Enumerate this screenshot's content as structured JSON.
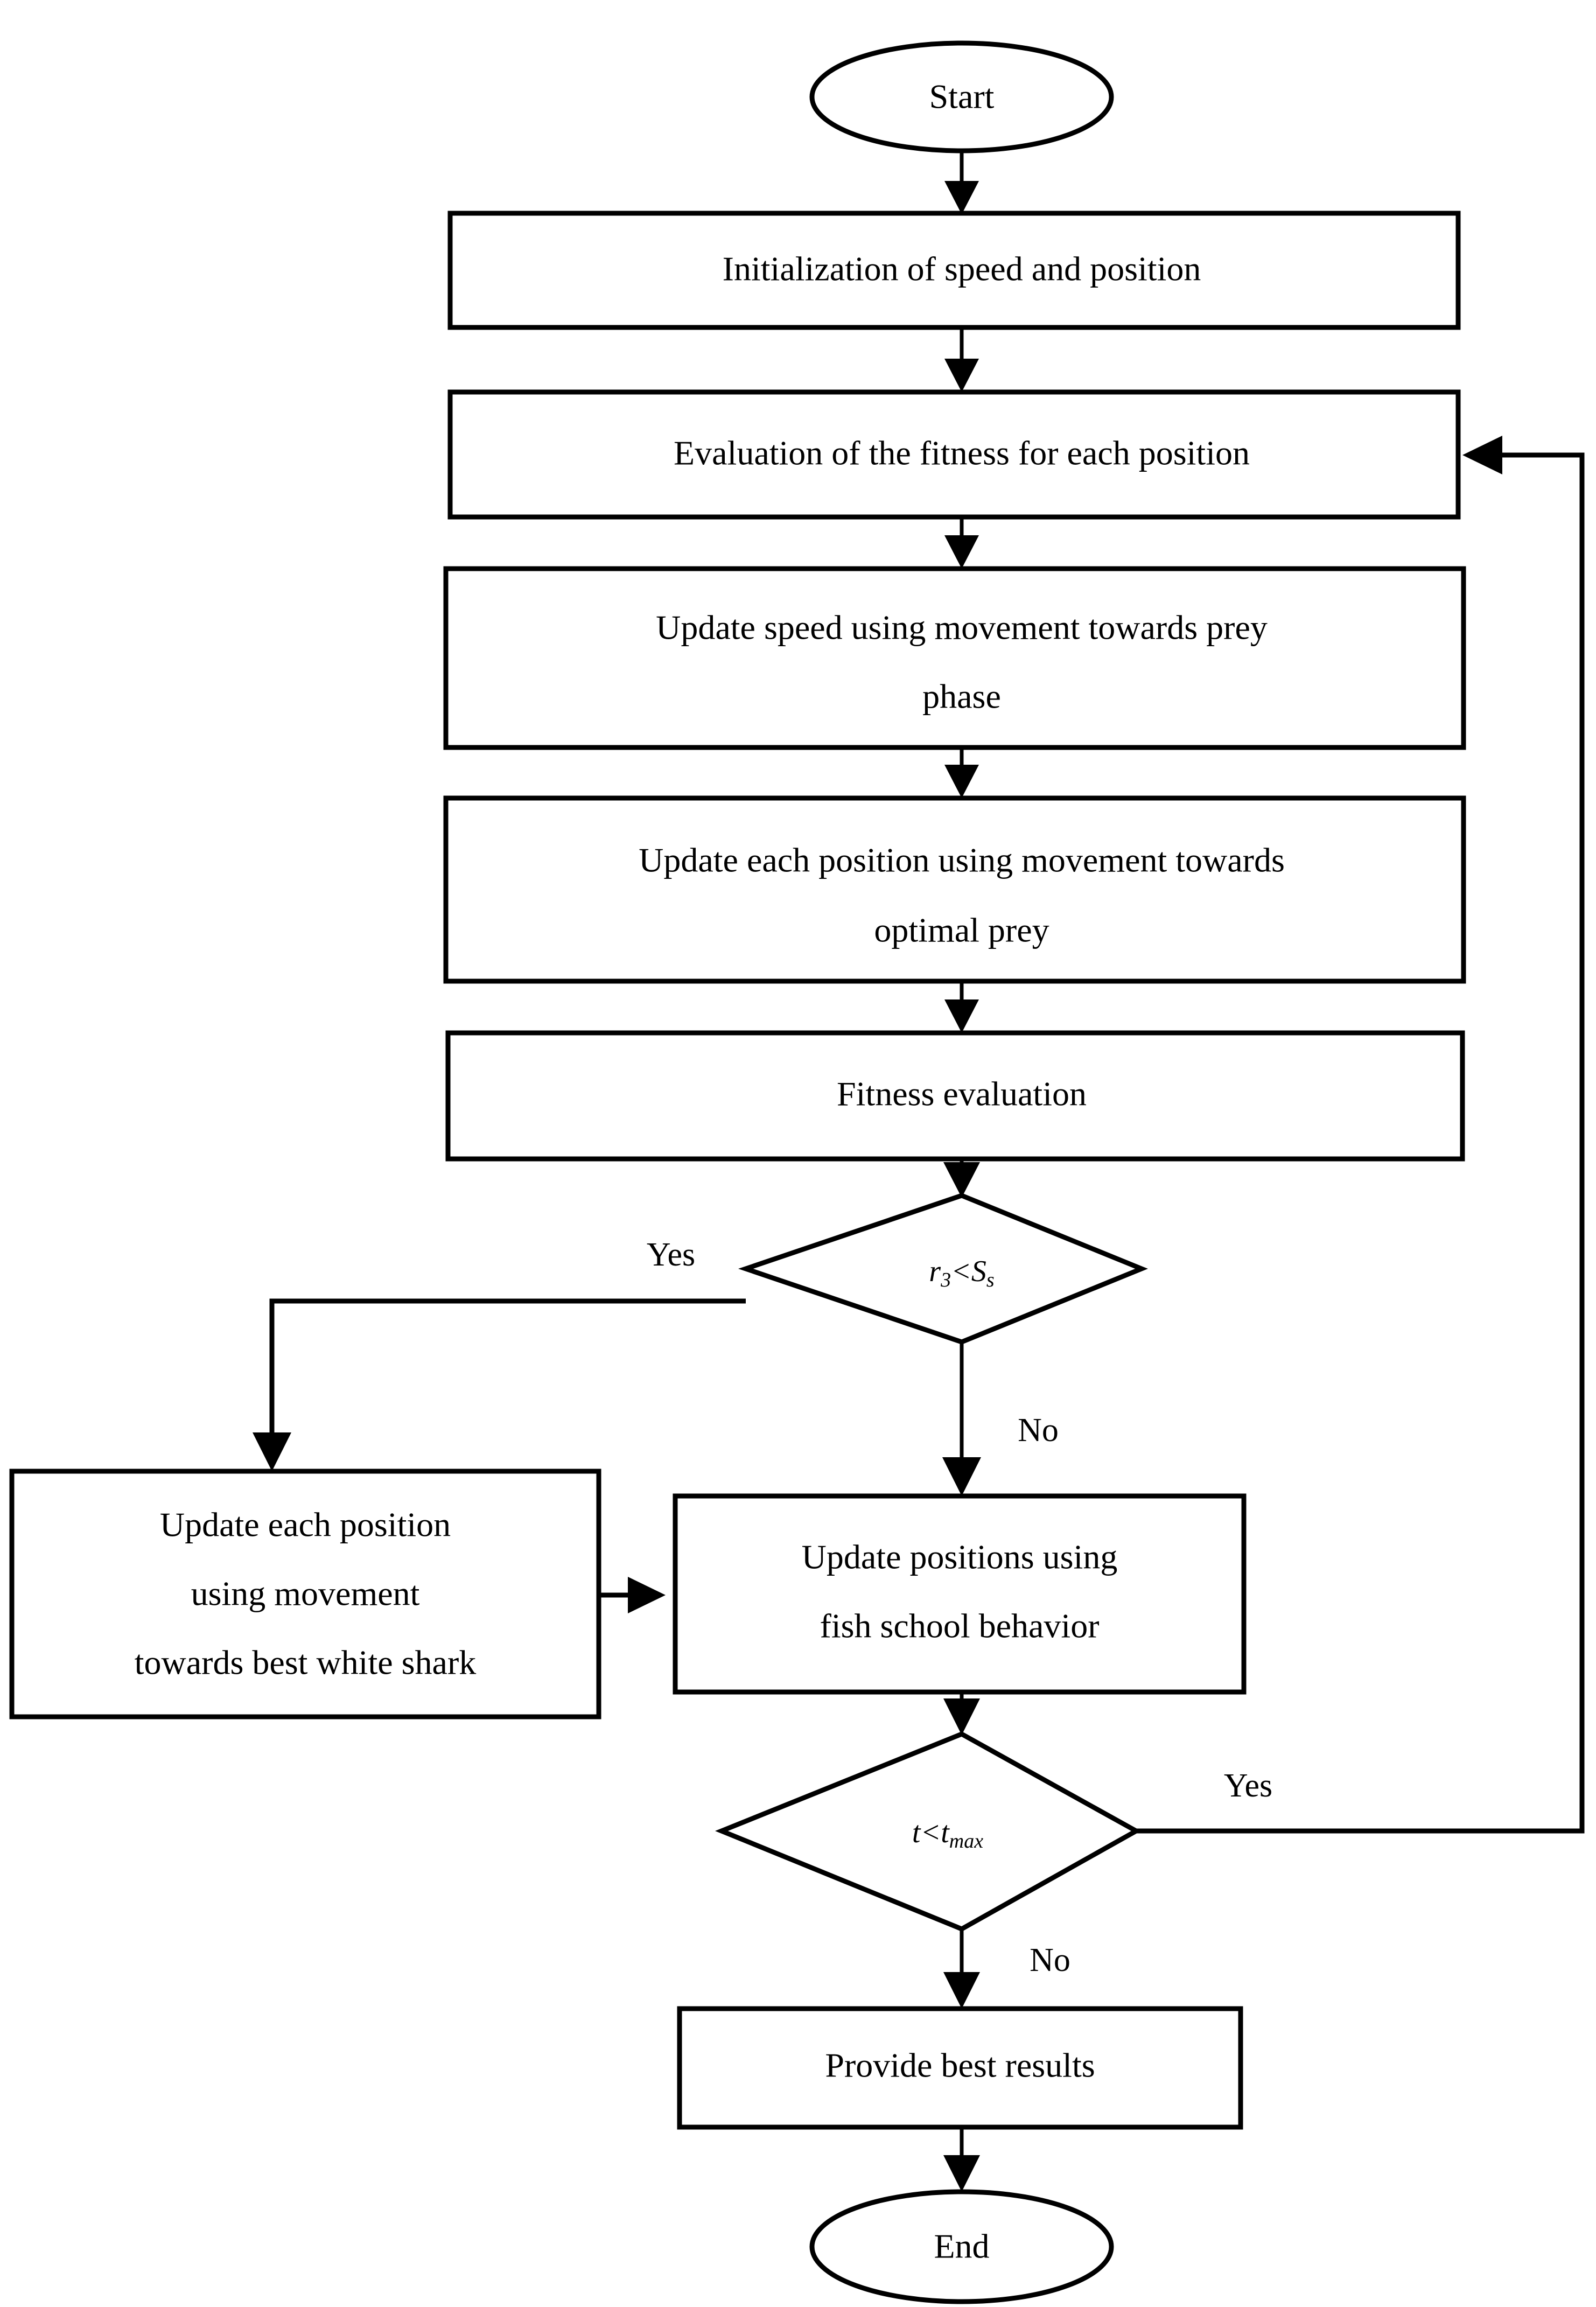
{
  "diagram": {
    "type": "flowchart",
    "title": "White Shark Optimizer algorithm flowchart",
    "colors": {
      "stroke": "#000000",
      "fill": "#ffffff",
      "background": "#ffffff"
    },
    "nodes": {
      "start": {
        "id": "start",
        "shape": "ellipse",
        "label": "Start"
      },
      "init": {
        "id": "init",
        "shape": "rectangle",
        "label": "Initialization of speed and position"
      },
      "evaluate": {
        "id": "evaluate",
        "shape": "rectangle",
        "label": "Evaluation of the fitness for each position"
      },
      "update_speed": {
        "id": "update_speed",
        "shape": "rectangle",
        "line1": "Update speed using movement towards prey",
        "line2": "phase"
      },
      "update_position": {
        "id": "update_position",
        "shape": "rectangle",
        "line1": "Update each position using movement towards",
        "line2": "optimal prey"
      },
      "fitness_eval": {
        "id": "fitness_eval",
        "shape": "rectangle",
        "label": "Fitness evaluation"
      },
      "decision_rs": {
        "id": "decision_rs",
        "shape": "diamond",
        "var": "r",
        "var_sub": "3",
        "op": "<",
        "rhs": "S",
        "rhs_sub": "s",
        "label": "r3<Ss"
      },
      "best_shark": {
        "id": "best_shark",
        "shape": "rectangle",
        "line1": "Update each position",
        "line2": "using movement",
        "line3": "towards best white shark"
      },
      "fish_school": {
        "id": "fish_school",
        "shape": "rectangle",
        "line1": "Update positions using",
        "line2": "fish school behavior"
      },
      "decision_t": {
        "id": "decision_t",
        "shape": "diamond",
        "var": "t",
        "op": "<",
        "rhs": "t",
        "rhs_sub": "max",
        "label": "t<tmax"
      },
      "results": {
        "id": "results",
        "shape": "rectangle",
        "label": "Provide best results"
      },
      "end": {
        "id": "end",
        "shape": "ellipse",
        "label": "End"
      }
    },
    "edge_labels": {
      "rs_yes": "Yes",
      "rs_no": "No",
      "t_yes": "Yes",
      "t_no": "No"
    },
    "edges": [
      {
        "from": "start",
        "to": "init",
        "label": ""
      },
      {
        "from": "init",
        "to": "evaluate",
        "label": ""
      },
      {
        "from": "evaluate",
        "to": "update_speed",
        "label": ""
      },
      {
        "from": "update_speed",
        "to": "update_position",
        "label": ""
      },
      {
        "from": "update_position",
        "to": "fitness_eval",
        "label": ""
      },
      {
        "from": "fitness_eval",
        "to": "decision_rs",
        "label": ""
      },
      {
        "from": "decision_rs",
        "to": "best_shark",
        "label": "Yes"
      },
      {
        "from": "decision_rs",
        "to": "fish_school",
        "label": "No"
      },
      {
        "from": "best_shark",
        "to": "fish_school",
        "label": ""
      },
      {
        "from": "fish_school",
        "to": "decision_t",
        "label": ""
      },
      {
        "from": "decision_t",
        "to": "evaluate",
        "label": "Yes"
      },
      {
        "from": "decision_t",
        "to": "results",
        "label": "No"
      },
      {
        "from": "results",
        "to": "end",
        "label": ""
      }
    ]
  }
}
